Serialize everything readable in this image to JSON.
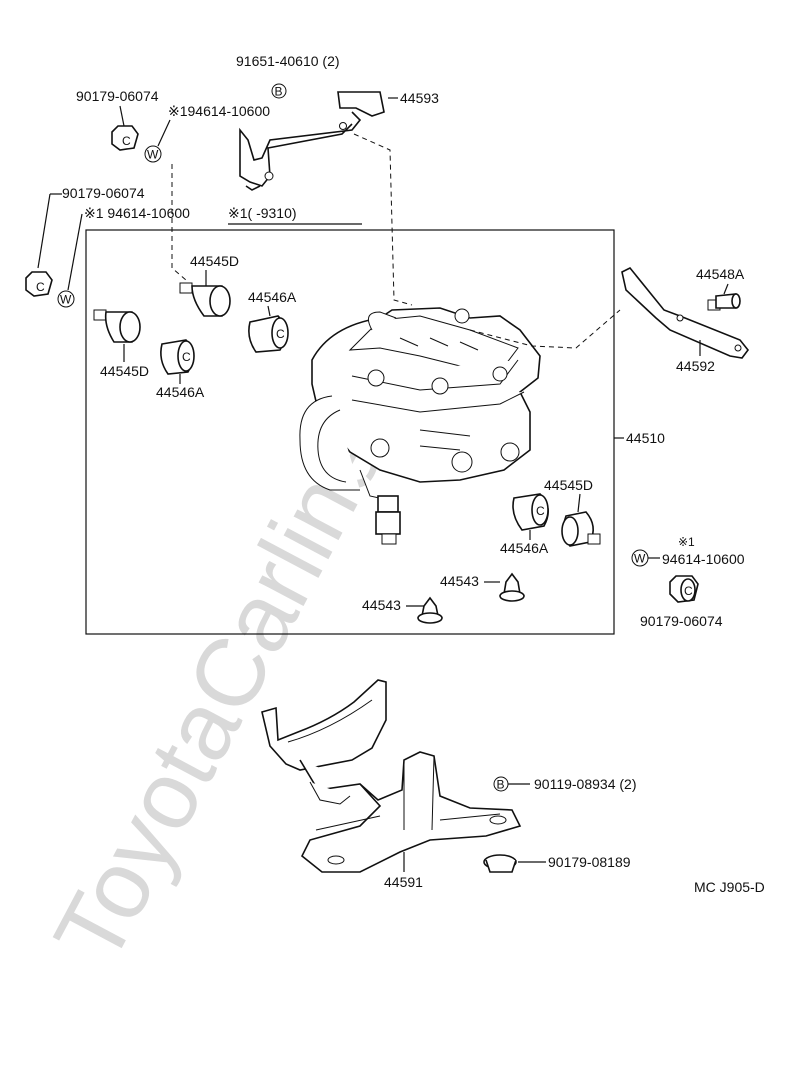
{
  "watermark": "ToyotaCarline.ru",
  "diagram_code": "MC J905-D",
  "note_bracket": "※1(        -9310)",
  "symbols": {
    "B": "B",
    "W": "W",
    "C": "C",
    "note_mark": "※1"
  },
  "parts": {
    "p91651": "91651-40610 (2)",
    "p44593": "44593",
    "p90179_top": "90179-06074",
    "p94614_top": "※194614-10600",
    "p90179_left": "90179-06074",
    "p94614_left": "※1 94614-10600",
    "p44545D_a": "44545D",
    "p44546A_a": "44546A",
    "p44545D_b": "44545D",
    "p44546A_b": "44546A",
    "p44548A": "44548A",
    "p44592": "44592",
    "p44510": "44510",
    "p44545D_c": "44545D",
    "p44546A_c": "44546A",
    "p94614_right": "94614-10600",
    "p90179_right": "90179-06074",
    "p44543_a": "44543",
    "p44543_b": "44543",
    "p90119": "90119-08934 (2)",
    "p90179_bottom": "90179-08189",
    "p44591": "44591"
  }
}
